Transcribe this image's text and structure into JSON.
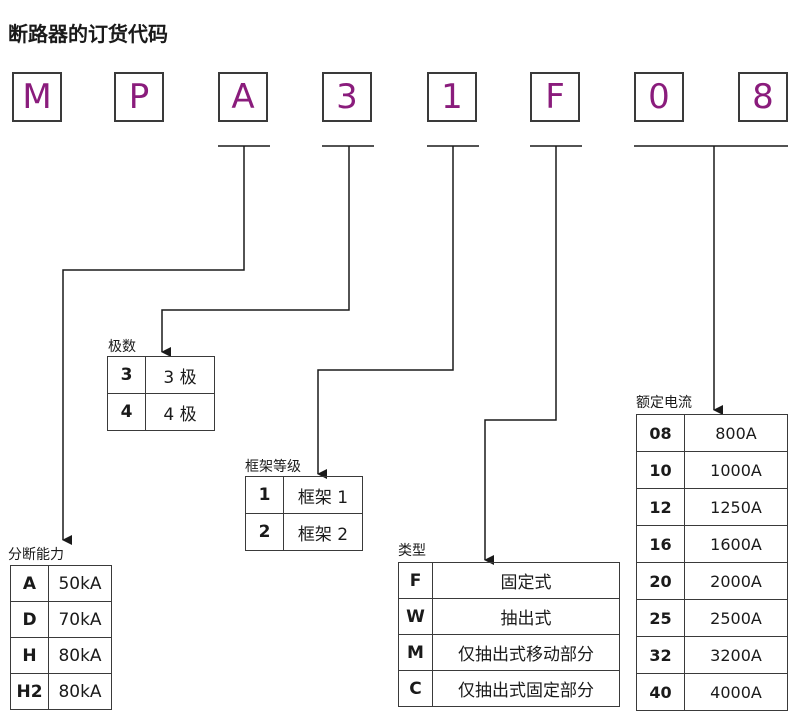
{
  "title": "断路器的订货代码",
  "code": [
    "M",
    "P",
    "A",
    "3",
    "1",
    "F",
    "0",
    "8"
  ],
  "breaking_capacity": {
    "label": "分断能力",
    "rows": [
      {
        "code": "A",
        "value": "50kA"
      },
      {
        "code": "D",
        "value": "70kA"
      },
      {
        "code": "H",
        "value": "80kA"
      },
      {
        "code": "H2",
        "value": "80kA"
      }
    ]
  },
  "poles": {
    "label": "极数",
    "rows": [
      {
        "code": "3",
        "value": "3 极"
      },
      {
        "code": "4",
        "value": "4 极"
      }
    ]
  },
  "frame": {
    "label": "框架等级",
    "rows": [
      {
        "code": "1",
        "value": "框架 1"
      },
      {
        "code": "2",
        "value": "框架 2"
      }
    ]
  },
  "type": {
    "label": "类型",
    "rows": [
      {
        "code": "F",
        "value": "固定式"
      },
      {
        "code": "W",
        "value": "抽出式"
      },
      {
        "code": "M",
        "value": "仅抽出式移动部分"
      },
      {
        "code": "C",
        "value": "仅抽出式固定部分"
      }
    ]
  },
  "rated_current": {
    "label": "额定电流",
    "rows": [
      {
        "code": "08",
        "value": "800A"
      },
      {
        "code": "10",
        "value": "1000A"
      },
      {
        "code": "12",
        "value": "1250A"
      },
      {
        "code": "16",
        "value": "1600A"
      },
      {
        "code": "20",
        "value": "2000A"
      },
      {
        "code": "25",
        "value": "2500A"
      },
      {
        "code": "32",
        "value": "3200A"
      },
      {
        "code": "40",
        "value": "4000A"
      }
    ]
  }
}
